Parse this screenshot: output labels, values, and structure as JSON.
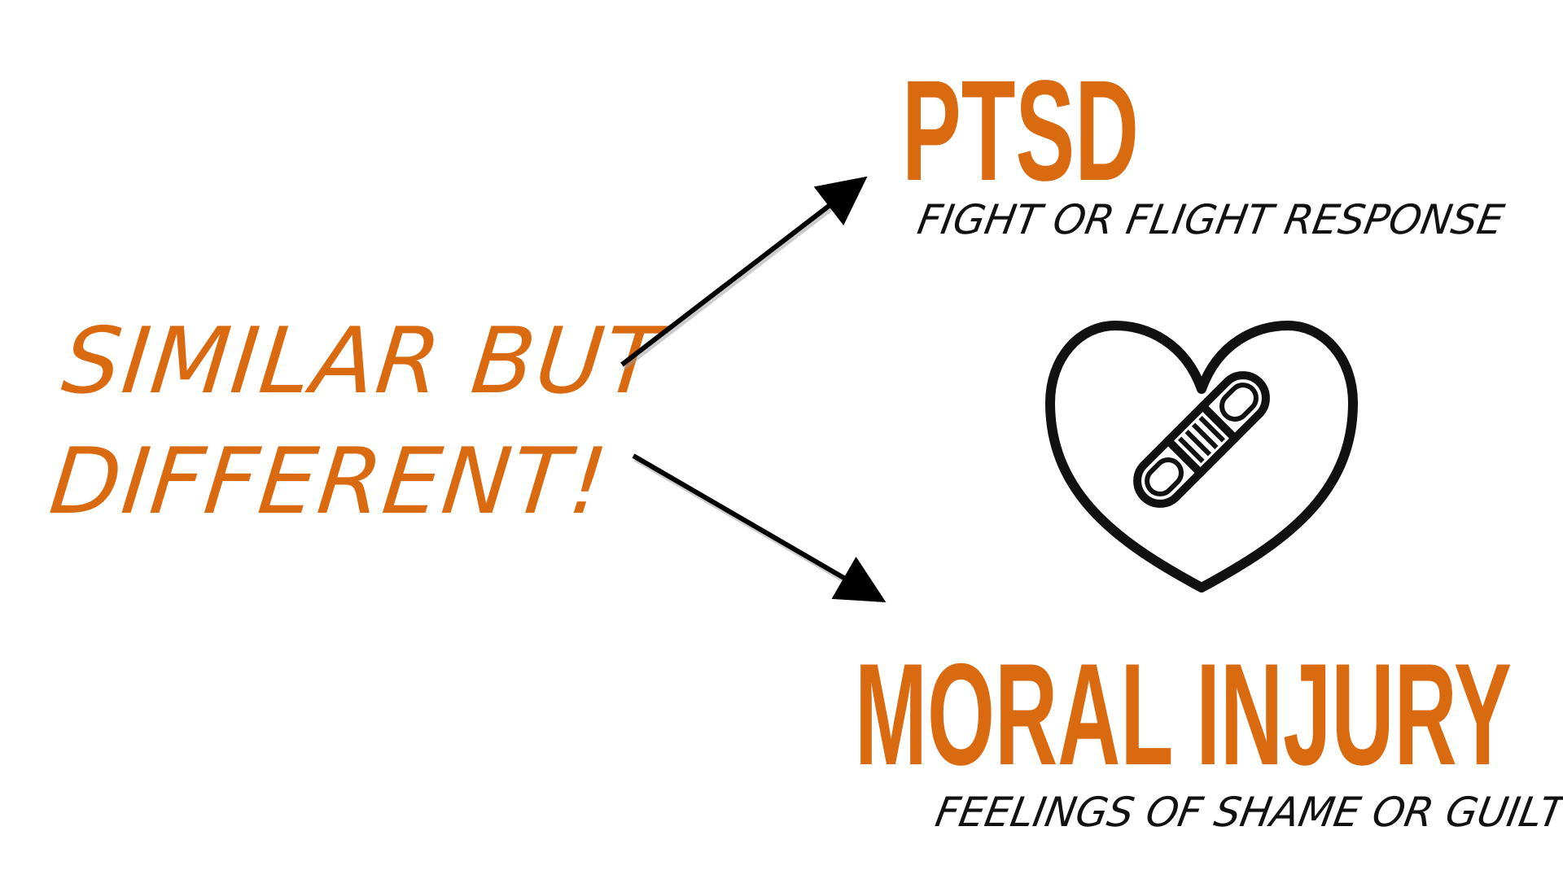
{
  "lead_text": {
    "line1": "Similar but",
    "line2": "different!"
  },
  "ptsd": {
    "title": "PTSD",
    "subtitle": "Fight or  flight response"
  },
  "moral_injury": {
    "title": "Moral Injury",
    "subtitle": "Feelings of shame or guilt"
  },
  "icon": "heart-with-bandage-icon",
  "colors": {
    "accent": "#d96a10",
    "text": "#111111",
    "background": "#ffffff"
  }
}
